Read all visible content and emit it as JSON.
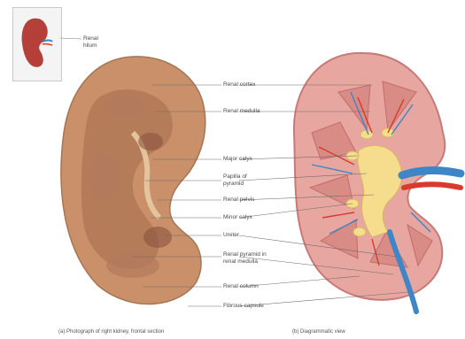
{
  "inset": {
    "label": "Renal\nhilum"
  },
  "labels": {
    "cortex": "Renal cortex",
    "medulla": "Renal medulla",
    "major_calyx": "Major calyx",
    "papilla": "Papilla of\npyramid",
    "pelvis": "Renal pelvis",
    "minor_calyx": "Minor calyx",
    "ureter": "Ureter",
    "pyramid": "Renal pyramid in\nrenal medulla",
    "column": "Renal column",
    "capsule": "Fibrous capsule"
  },
  "captions": {
    "a": "(a) Photograph of right kidney, frontal section",
    "b": "(b) Diagrammatic view"
  },
  "colors": {
    "photo_tissue": "#c9906a",
    "photo_medulla": "#a46b4c",
    "cortex": "#e7a7a0",
    "pyramid": "#d98b86",
    "calyx": "#f6dd8e",
    "artery": "#d83a2c",
    "vein": "#3f86c7"
  }
}
